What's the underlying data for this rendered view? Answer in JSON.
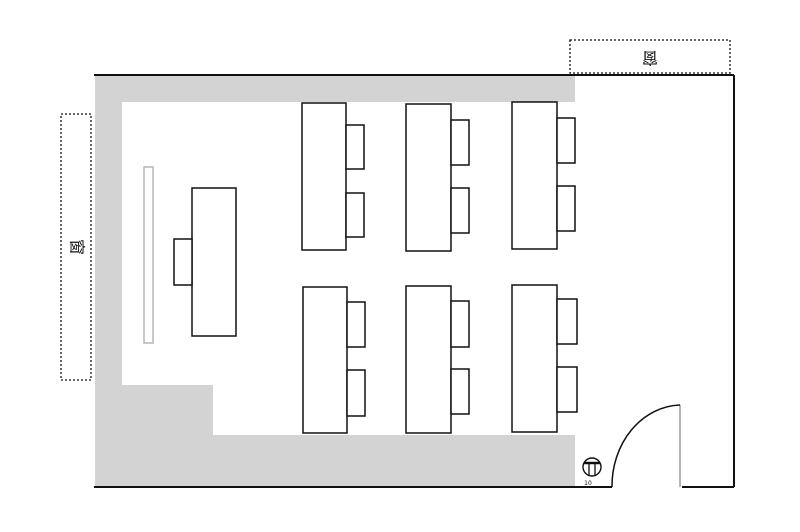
{
  "labels": {
    "window_top": "窗",
    "window_left": "窗",
    "fixture_number": "10"
  },
  "colors": {
    "wall": "#111111",
    "shade": "#d3d3d3",
    "outline": "#111111",
    "dotted": "#111111",
    "door_jamb": "#b5b5b5",
    "board": "#b5b5b5",
    "background": "#ffffff"
  },
  "counts": {
    "student_desks": 6,
    "chairs_per_desk": 2
  },
  "icons": {
    "fixture": "faucet-icon",
    "door": "door-swing-icon"
  }
}
